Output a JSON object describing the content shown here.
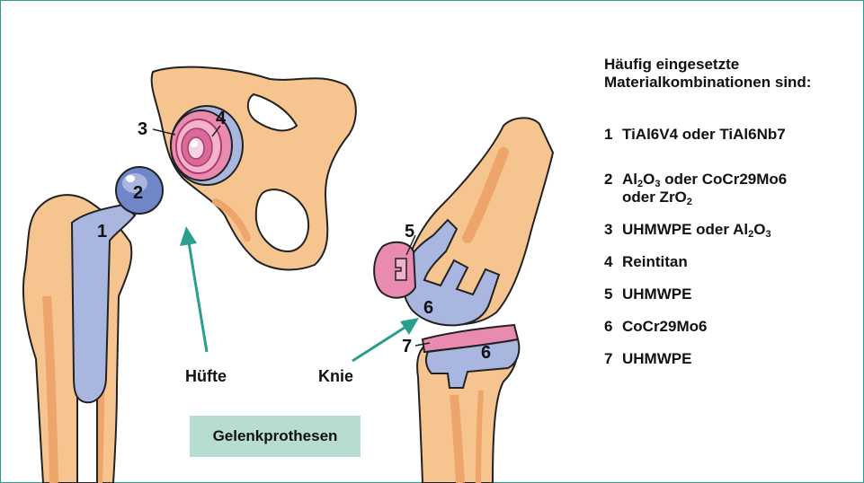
{
  "caption": "Gelenkprothesen",
  "labels": {
    "huefte": "Hüfte",
    "knie": "Knie"
  },
  "markers": {
    "m1": "1",
    "m2": "2",
    "m3": "3",
    "m4": "4",
    "m5": "5",
    "m6a": "6",
    "m6b": "6",
    "m7": "7"
  },
  "legend": {
    "heading_line1": "Häufig eingesetzte",
    "heading_line2": "Materialkombinationen sind:",
    "items": [
      {
        "num": "1",
        "text": "TiAl6V4 oder TiAl6Nb7"
      },
      {
        "num": "2",
        "text_a": "Al",
        "sub_a": "2",
        "text_b": "O",
        "sub_b": "3",
        "text_c": " oder CoCr29Mo6",
        "line2_a": "oder ZrO",
        "line2_sub": "2"
      },
      {
        "num": "3",
        "text_a": "UHMWPE oder Al",
        "sub_a": "2",
        "text_b": "O",
        "sub_b": "3"
      },
      {
        "num": "4",
        "text": "Reintitan"
      },
      {
        "num": "5",
        "text": "UHMWPE"
      },
      {
        "num": "6",
        "text": "CoCr29Mo6"
      },
      {
        "num": "7",
        "text": "UHMWPE"
      }
    ]
  },
  "colors": {
    "bone": "#f6c48f",
    "bone_dark": "#eea56c",
    "implant_blue": "#a8b6e0",
    "implant_pink": "#e98ab0",
    "arrow_teal": "#2a9f8f",
    "caption_bg": "#b7ddd3"
  }
}
